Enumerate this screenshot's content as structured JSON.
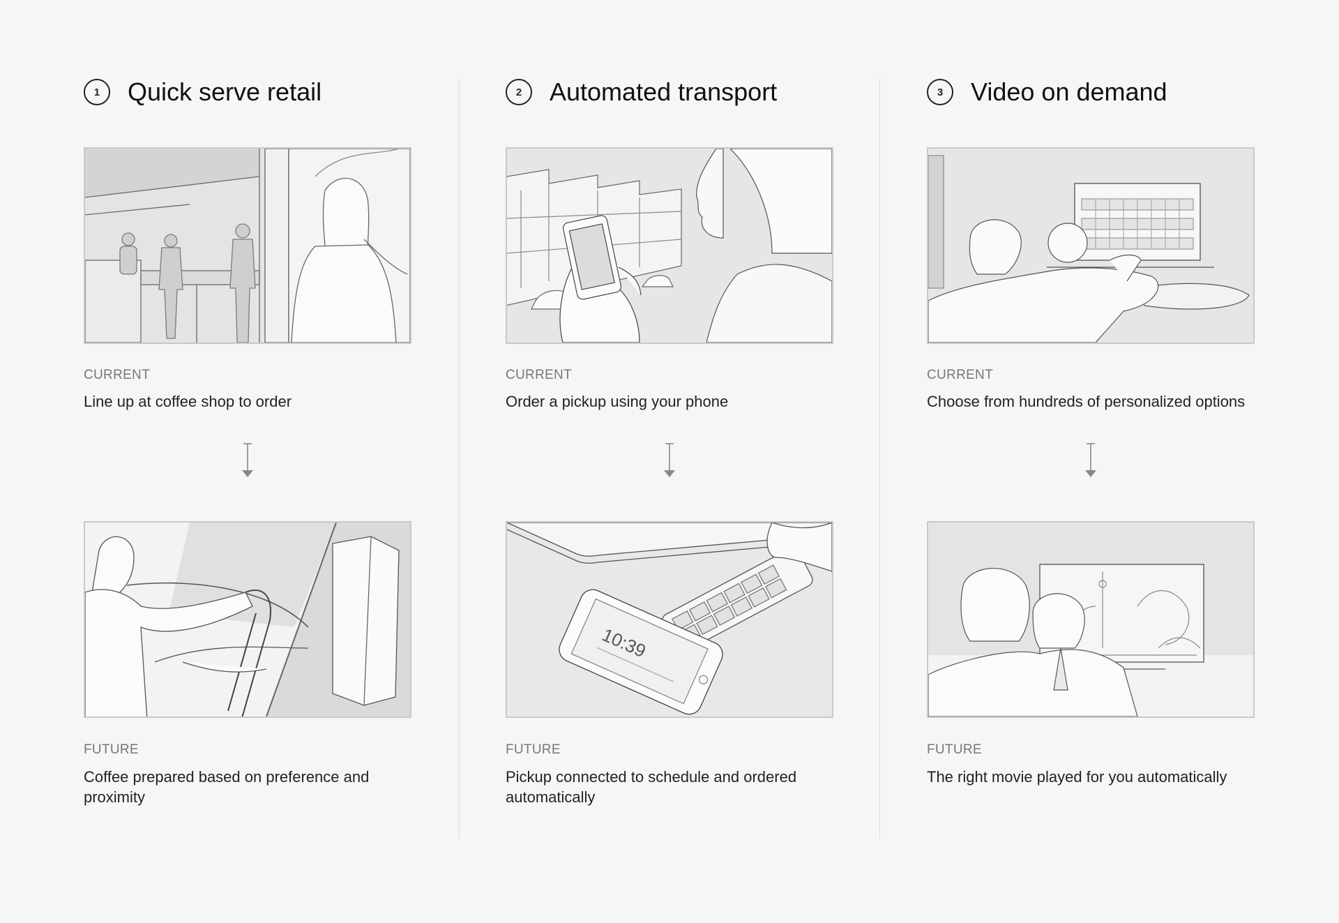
{
  "columns": [
    {
      "number": "1",
      "title": "Quick serve retail",
      "current": {
        "label": "CURRENT",
        "description": "Line up at coffee shop to order"
      },
      "future": {
        "label": "FUTURE",
        "description": "Coffee prepared based on preference and proximity"
      }
    },
    {
      "number": "2",
      "title": "Automated transport",
      "current": {
        "label": "CURRENT",
        "description": "Order a pickup using your phone"
      },
      "future": {
        "label": "FUTURE",
        "description": "Pickup connected to schedule and ordered automatically"
      }
    },
    {
      "number": "3",
      "title": "Video on demand",
      "current": {
        "label": "CURRENT",
        "description": "Choose from hundreds of personalized options"
      },
      "future": {
        "label": "FUTURE",
        "description": "The right movie played for you automatically"
      }
    }
  ],
  "phone_clock": "10:39",
  "colors": {
    "background": "#f6f6f6",
    "sketch_fill": "#ececec",
    "sketch_stroke": "#555555",
    "border": "#c9c9c9",
    "label": "#777777",
    "text": "#222222",
    "divider": "#dcdcdc"
  }
}
